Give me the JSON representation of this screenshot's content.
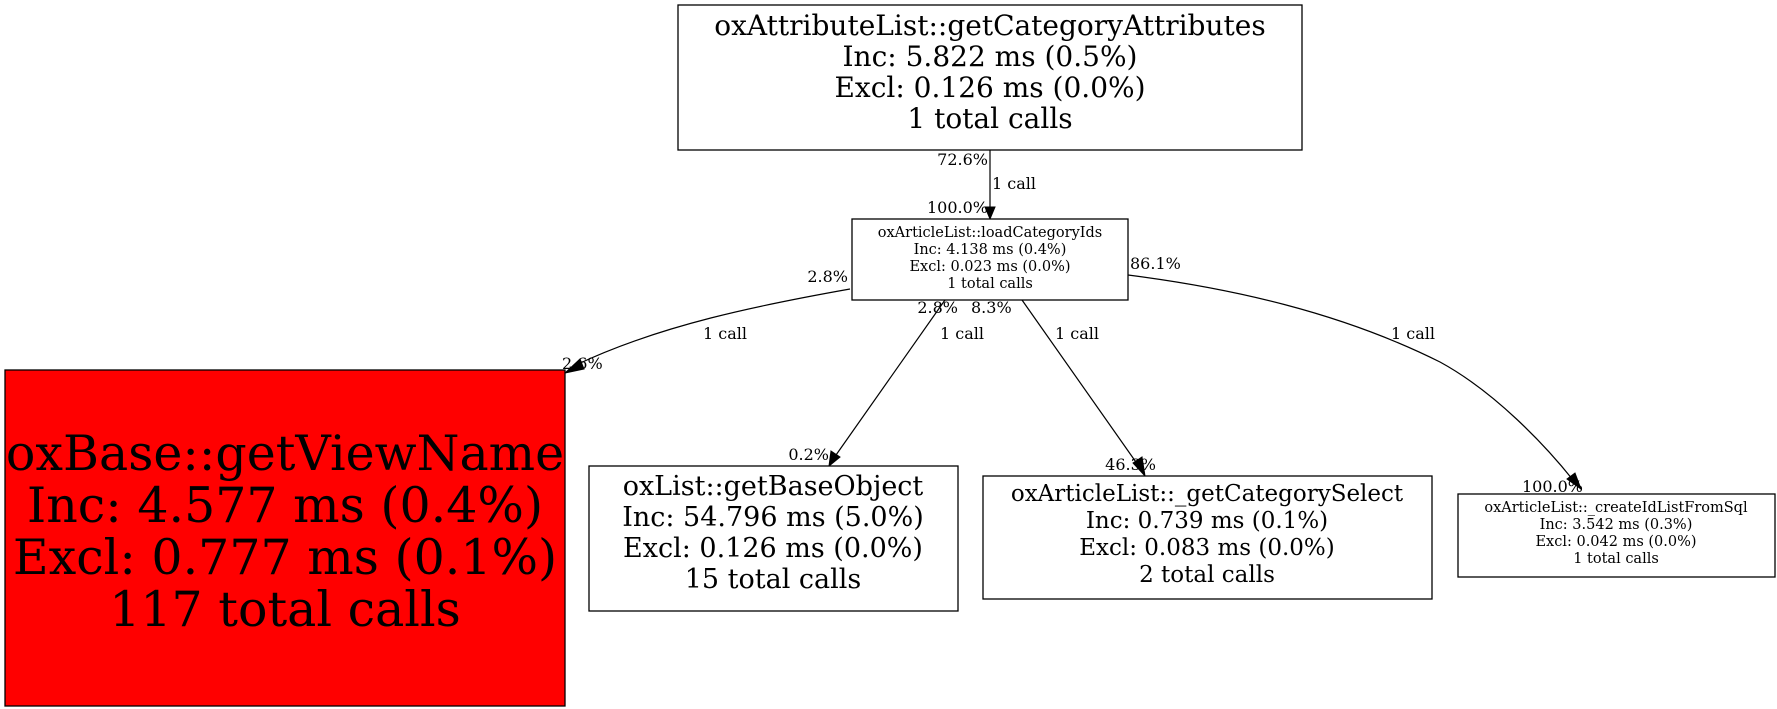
{
  "nodes": {
    "getCategoryAttributes": {
      "lines": [
        "oxAttributeList::getCategoryAttributes",
        "Inc: 5.822 ms (0.5%)",
        "Excl: 0.126 ms (0.0%)",
        "1 total calls"
      ],
      "fill": "#ffffff"
    },
    "loadCategoryIds": {
      "lines": [
        "oxArticleList::loadCategoryIds",
        "Inc: 4.138 ms (0.4%)",
        "Excl: 0.023 ms (0.0%)",
        "1 total calls"
      ],
      "fill": "#ffffff"
    },
    "getViewName": {
      "lines": [
        "oxBase::getViewName",
        "Inc: 4.577 ms (0.4%)",
        "Excl: 0.777 ms (0.1%)",
        "117 total calls"
      ],
      "fill": "#ff0000"
    },
    "getBaseObject": {
      "lines": [
        "oxList::getBaseObject",
        "Inc: 54.796 ms (5.0%)",
        "Excl: 0.126 ms (0.0%)",
        "15 total calls"
      ],
      "fill": "#ffffff"
    },
    "getCategorySelect": {
      "lines": [
        "oxArticleList::_getCategorySelect",
        "Inc: 0.739 ms (0.1%)",
        "Excl: 0.083 ms (0.0%)",
        "2 total calls"
      ],
      "fill": "#ffffff"
    },
    "createIdListFromSql": {
      "lines": [
        "oxArticleList::_createIdListFromSql",
        "Inc: 3.542 ms (0.3%)",
        "Excl: 0.042 ms (0.0%)",
        "1 total calls"
      ],
      "fill": "#ffffff"
    }
  },
  "edges": [
    {
      "id": "e_attr_load",
      "from": "getCategoryAttributes",
      "to": "loadCategoryIds",
      "tail_pct": "72.6%",
      "calls": "1 call",
      "head_pct": "100.0%"
    },
    {
      "id": "e_load_view",
      "from": "loadCategoryIds",
      "to": "getViewName",
      "tail_pct": "2.8%",
      "calls": "1 call",
      "head_pct": "2.6%"
    },
    {
      "id": "e_load_base",
      "from": "loadCategoryIds",
      "to": "getBaseObject",
      "tail_pct": "2.8%",
      "calls": "1 call",
      "head_pct": "0.2%"
    },
    {
      "id": "e_load_select",
      "from": "loadCategoryIds",
      "to": "getCategorySelect",
      "tail_pct": "8.3%",
      "calls": "1 call",
      "head_pct": "46.3%"
    },
    {
      "id": "e_load_create",
      "from": "loadCategoryIds",
      "to": "createIdListFromSql",
      "tail_pct": "86.1%",
      "calls": "1 call",
      "head_pct": "100.0%"
    }
  ]
}
